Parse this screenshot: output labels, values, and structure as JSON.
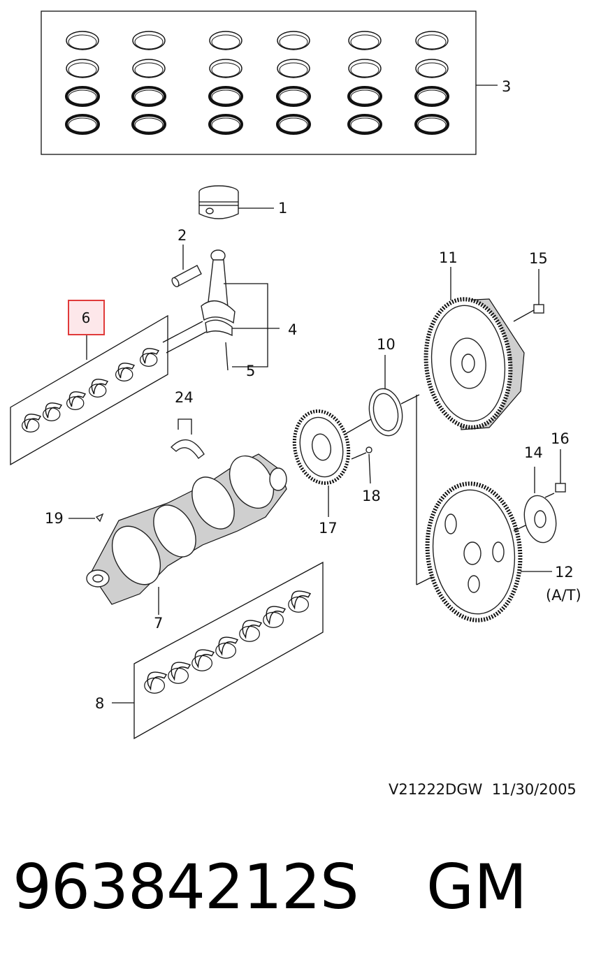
{
  "callouts": {
    "c1": "1",
    "c2": "2",
    "c3": "3",
    "c4": "4",
    "c5": "5",
    "c6": "6",
    "c7": "7",
    "c8": "8",
    "c10": "10",
    "c11": "11",
    "c12": "12",
    "c12_note": "(A/T)",
    "c14": "14",
    "c15": "15",
    "c16": "16",
    "c17": "17",
    "c18": "18",
    "c19": "19",
    "c24": "24"
  },
  "highlight": {
    "callout": "6",
    "color": "#e03a3a",
    "fill": "#fde7ea"
  },
  "footer": {
    "doc_code": "V21222DGW",
    "date": "11/30/2005",
    "part_number": "96384212S",
    "brand": "GM"
  }
}
